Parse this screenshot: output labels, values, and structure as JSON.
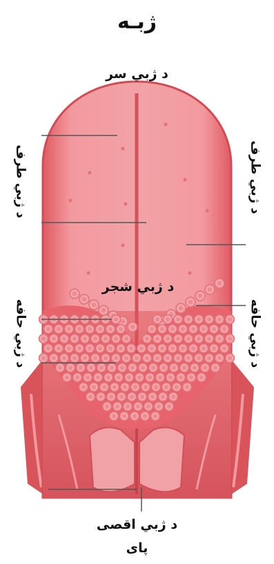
{
  "title": "ژبـه",
  "labels": {
    "tip": "د ژبي سر",
    "side_left": "د ژبي طرف",
    "side_right": "د ژبي طرف",
    "septum": "د ژبي شجر",
    "edge_left": "د ژبي حافه",
    "edge_right": "د ژبي حافه",
    "root_line1": "د ژبي اقصی",
    "root_line2": "پای"
  },
  "colors": {
    "tongue_base": "#e8626a",
    "tongue_light": "#f3a0a4",
    "tongue_dark": "#c9434c",
    "papilla": "#f5b0b3",
    "leader_line": "#555555"
  }
}
